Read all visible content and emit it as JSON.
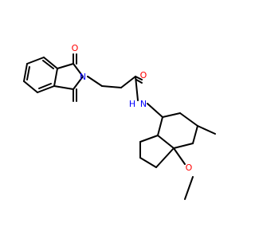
{
  "molecule": {
    "atom_labels": {
      "ketone_oxygen": "O",
      "ring_nitrogen": "N",
      "amide_oxygen": "O",
      "amide_nitrogen": "N",
      "amide_hydrogen": "H",
      "ether_oxygen": "O"
    },
    "colors": {
      "bond": "#000000",
      "oxygen": "#ff0000",
      "nitrogen": "#0000ff",
      "background": "#ffffff"
    }
  }
}
